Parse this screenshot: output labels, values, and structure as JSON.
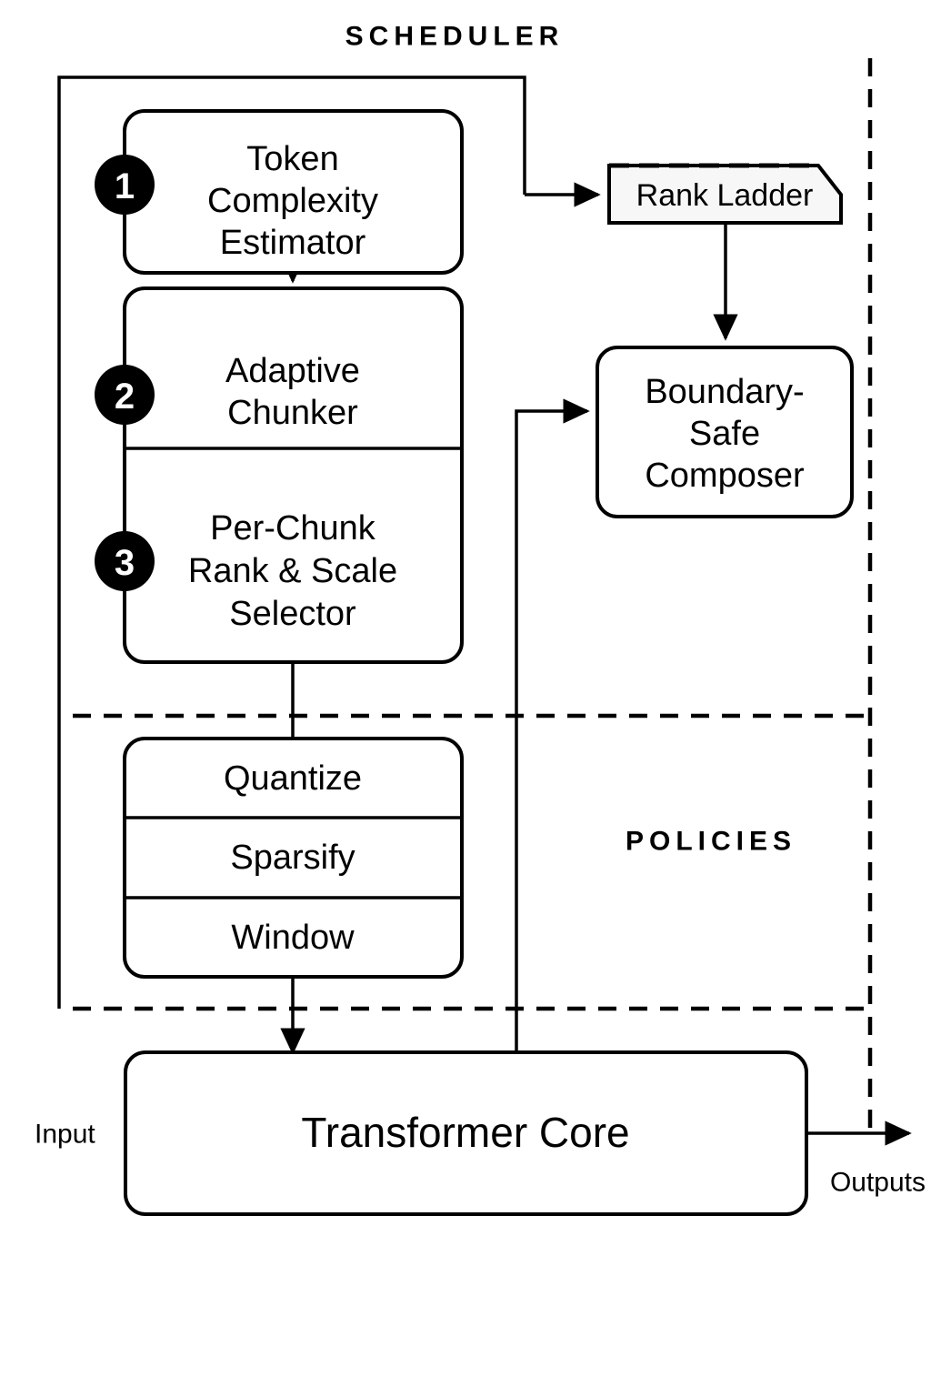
{
  "diagram": {
    "title": "SCHEDULER",
    "zones": [
      {
        "id": "scheduler",
        "label": "SCHEDULER"
      },
      {
        "id": "policies",
        "label": "POLICIES"
      }
    ],
    "nodes": {
      "token_complexity_estimator": {
        "badge": "1",
        "lines": [
          "Token",
          "Complexity",
          "Estimator"
        ]
      },
      "adaptive_chunker": {
        "badge": "2",
        "lines": [
          "Adaptive",
          "Chunker"
        ]
      },
      "per_chunk_rank_scale_selector": {
        "badge": "3",
        "lines": [
          "Per-Chunk",
          "Rank & Scale",
          "Selector"
        ]
      },
      "rank_ladder": {
        "label": "Rank Ladder"
      },
      "boundary_safe_composer": {
        "lines": [
          "Boundary-",
          "Safe",
          "Composer"
        ]
      },
      "policies_stack": {
        "items": [
          "Quantize",
          "Sparsify",
          "Window"
        ]
      },
      "transformer_core": {
        "label": "Transformer Core"
      }
    },
    "io": {
      "input_label": "Input",
      "output_label": "Outputs"
    },
    "colors": {
      "stroke": "#000000",
      "fill": "#ffffff",
      "note_fill": "#f7f7f7",
      "badge_fill": "#000000",
      "badge_text": "#ffffff"
    }
  }
}
